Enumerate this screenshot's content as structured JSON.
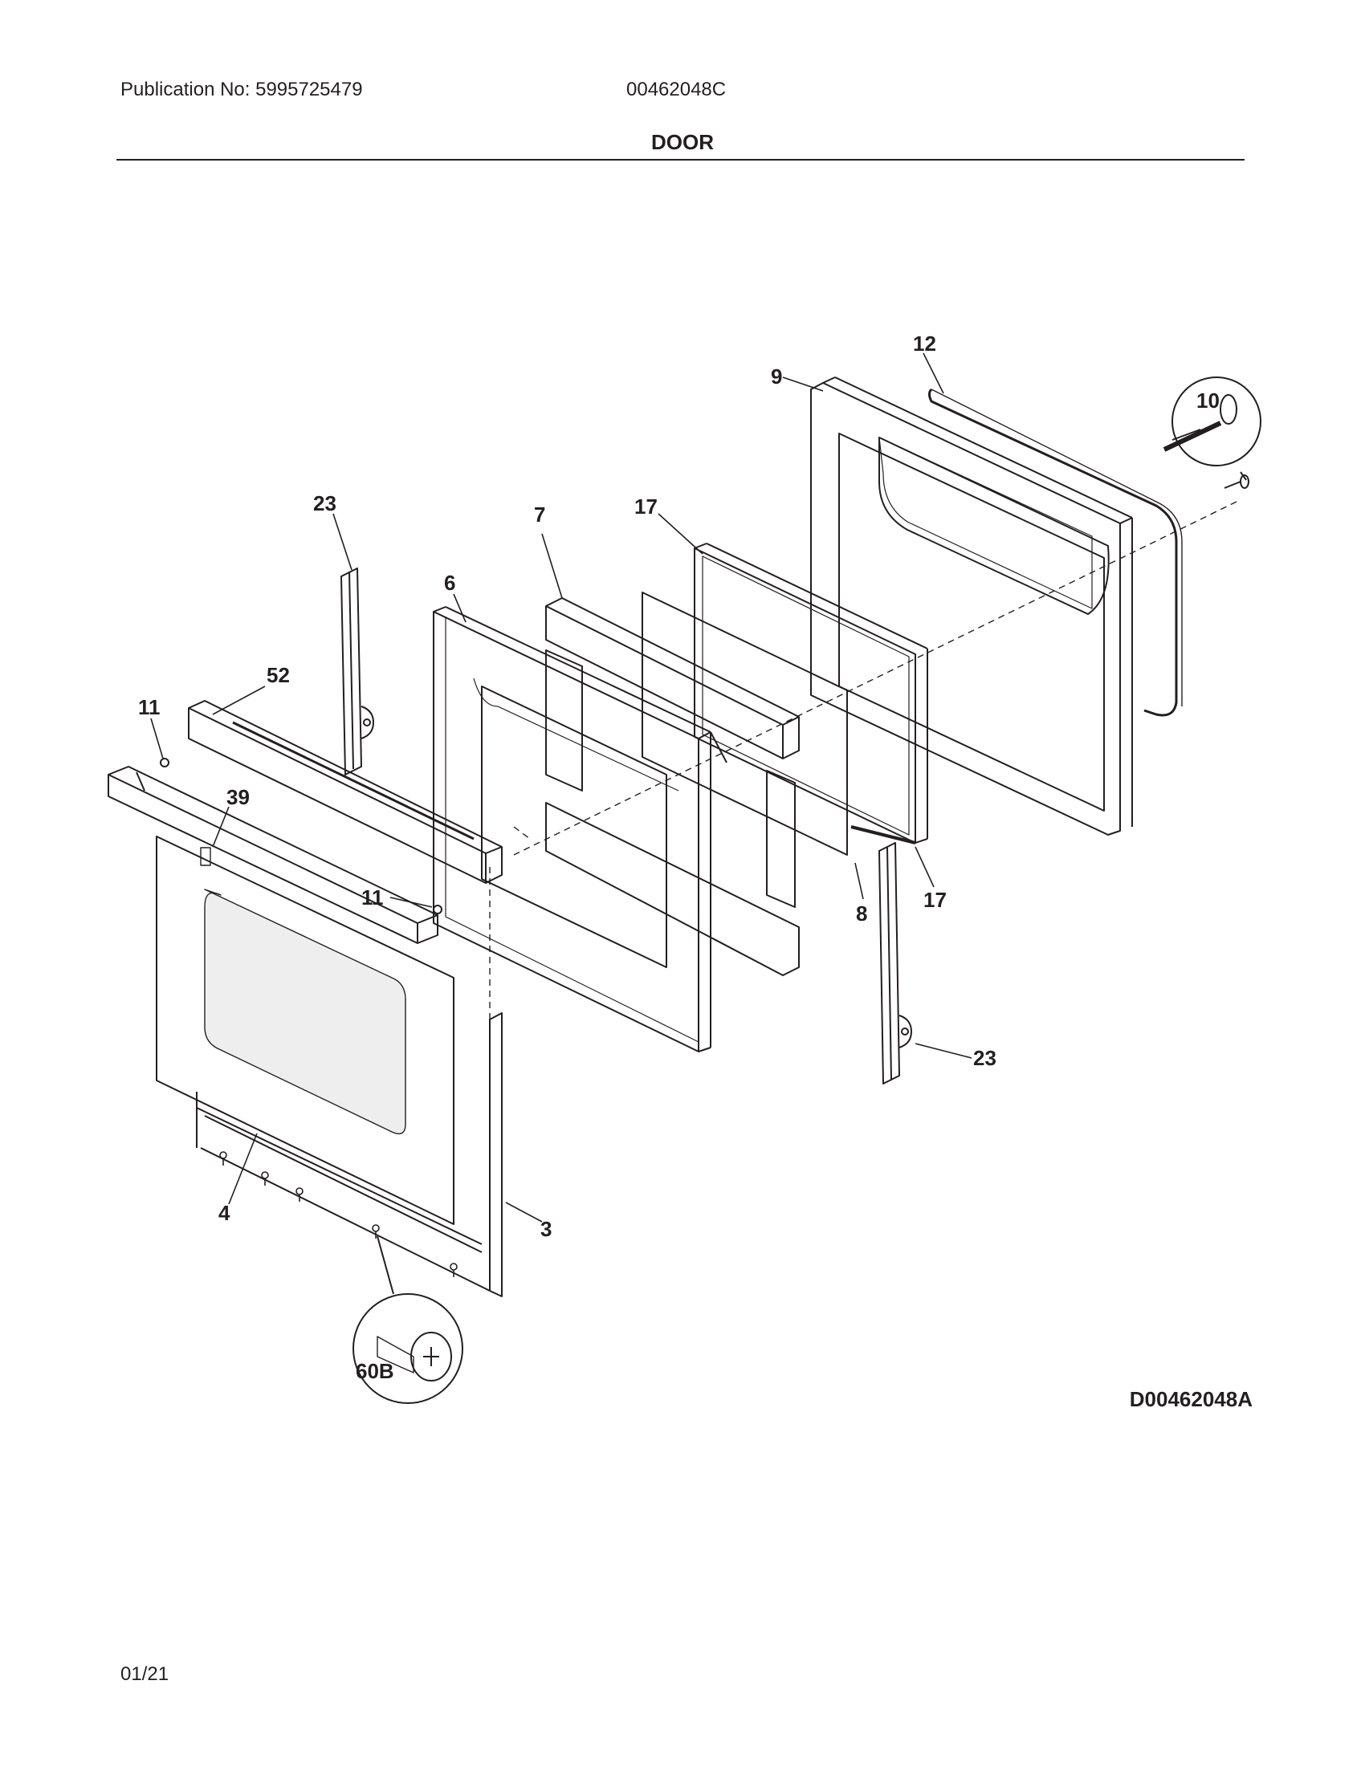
{
  "header": {
    "publication": "Publication No: 5995725479",
    "model": "00462048C",
    "title": "DOOR"
  },
  "diagram": {
    "drawing_id": "D00462048A",
    "callouts": {
      "c12": "12",
      "c9": "9",
      "c10": "10",
      "c23a": "23",
      "c7": "7",
      "c17a": "17",
      "c6": "6",
      "c52": "52",
      "c11a": "11",
      "c39": "39",
      "c11b": "11",
      "c8": "8",
      "c17b": "17",
      "c23b": "23",
      "c4": "4",
      "c3": "3",
      "c60b": "60B"
    }
  },
  "footer": {
    "page": "01/21"
  }
}
